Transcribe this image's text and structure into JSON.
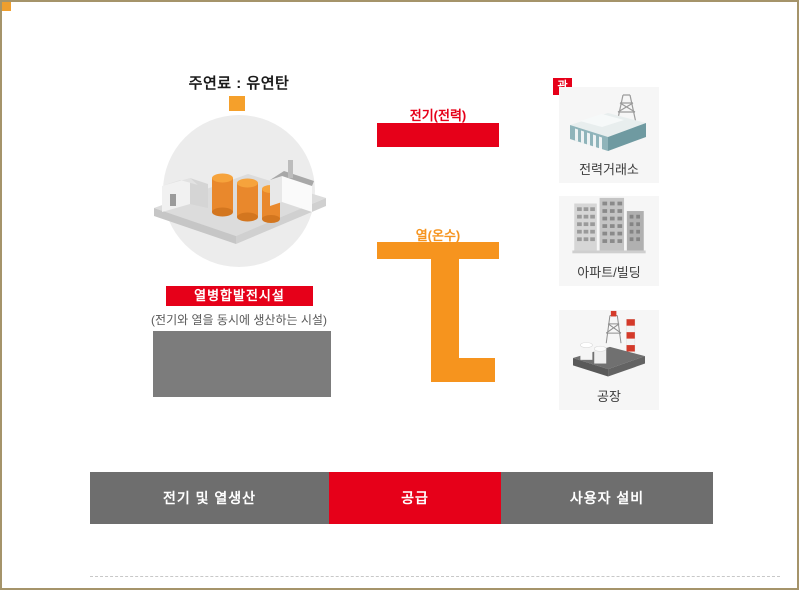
{
  "plant": {
    "fuel_label": "주연료 : 유연탄",
    "name_label": "열병합발전시설",
    "description": "(전기와 열을 동시에 생산하는 시설)"
  },
  "flows": {
    "electricity": {
      "label": "전기(전력)",
      "color": "#e60019"
    },
    "heat": {
      "label": "열(온수)",
      "color": "#f6941e"
    }
  },
  "destinations": [
    {
      "label": "전력거래소",
      "badge": "관",
      "icon": "power-exchange-building-icon"
    },
    {
      "label": "아파트/빌딩",
      "icon": "apartment-buildings-icon"
    },
    {
      "label": "공장",
      "icon": "factory-icon"
    }
  ],
  "bottom_bar": {
    "segments": [
      {
        "label": "전기 및 열생산",
        "color": "#6e6e6e"
      },
      {
        "label": "공급",
        "color": "#e60019"
      },
      {
        "label": "사용자 설비",
        "color": "#6e6e6e"
      }
    ]
  },
  "colors": {
    "accent_red": "#e60019",
    "accent_orange": "#f6941e",
    "stage_gray": "#6e6e6e",
    "page_border": "#a5946a"
  }
}
